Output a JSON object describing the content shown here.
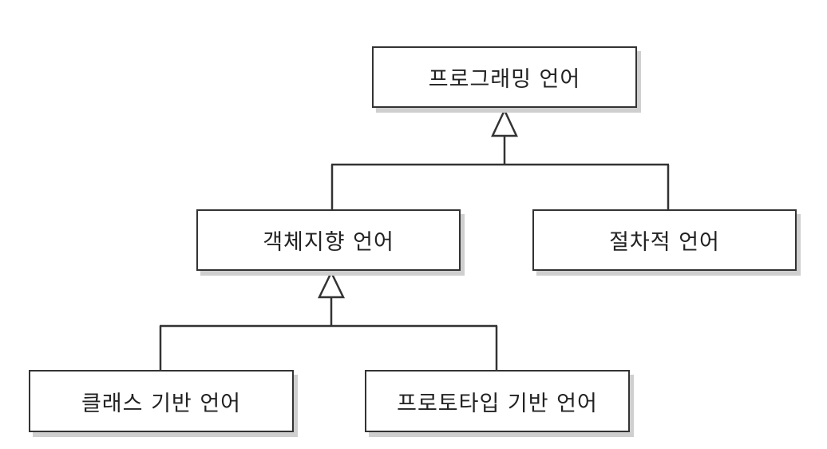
{
  "nodes": {
    "programming_language": "프로그래밍 언어",
    "object_oriented_language": "객체지향 언어",
    "procedural_language": "절차적 언어",
    "class_based_language": "클래스 기반 언어",
    "prototype_based_language": "프로토타입 기반 언어"
  },
  "colors": {
    "line": "#333333",
    "box_border": "#333333",
    "box_shadow": "#cfcfcf",
    "text": "#222222",
    "background": "#ffffff"
  }
}
